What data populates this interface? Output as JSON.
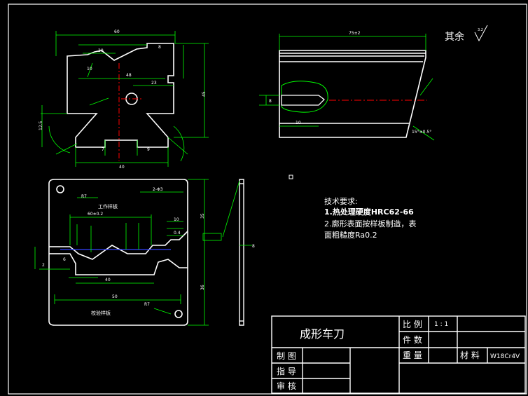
{
  "roughness_note": {
    "label": "其余",
    "symbol_value": "3.2"
  },
  "technical_requirements": {
    "heading": "技术要求:",
    "item1": "1.热处理硬度HRC62-66",
    "item2a": "2.廓形表面按样板制造，表",
    "item2b": "面粗糙度Ra0.2"
  },
  "template_labels": {
    "work_template": "工作样板",
    "check_template": "校验样板"
  },
  "title_block": {
    "drawing_title": "成形车刀",
    "scale_label": "比 例",
    "scale_value": "1 : 1",
    "quantity_label": "件 数",
    "weight_label": "重 量",
    "material_label": "材 料",
    "material_value": "W18Cr4V",
    "drawn_label": "制 图",
    "checked_label": "指 导",
    "approved_label": "审 核"
  },
  "dimensions": {
    "top_width": "60",
    "top_20": "20",
    "top_8": "8",
    "top_48": "48",
    "top_23": "23",
    "top_40": "40",
    "top_45": "45",
    "top_r10": "10",
    "top_12_5": "12.5",
    "top_7": "7",
    "top_9": "9",
    "right_75": "75±2",
    "right_10": "10",
    "right_8": "8",
    "right_angle": "15°±0.5°",
    "bottom_R": "R7",
    "bottom_2_93": "2-Φ3",
    "bottom_60": "60±0.2",
    "bottom_50": "50",
    "bottom_40": "40",
    "bottom_35": "35",
    "bottom_36": "36",
    "bottom_10": "10",
    "bottom_0_4": "0.4",
    "bottom_2": "2",
    "bottom_6": "6",
    "bottom_R_lower": "R7",
    "side_8": "8"
  }
}
